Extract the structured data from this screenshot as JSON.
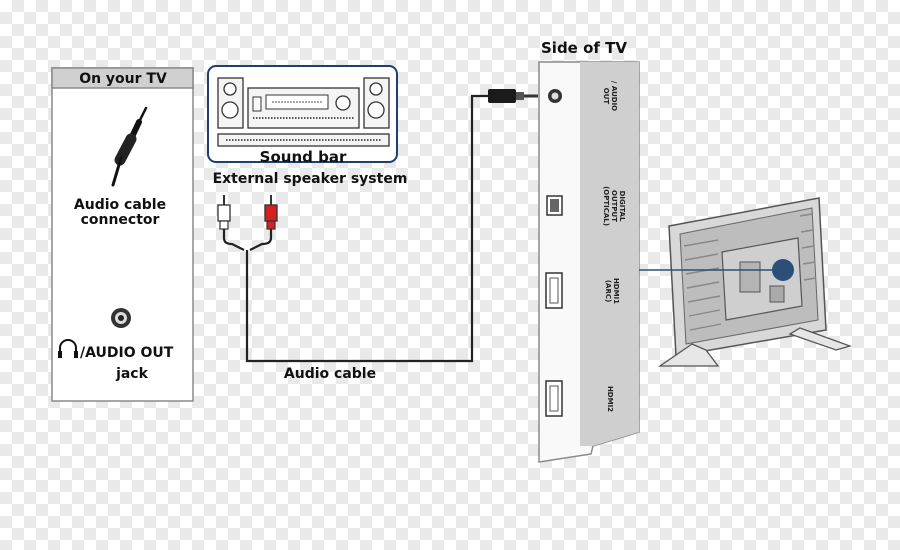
{
  "on_your_tv": {
    "header": "On your TV",
    "connector_label_line1": "Audio cable",
    "connector_label_line2": "connector",
    "jack_label_line1": "/AUDIO OUT",
    "jack_label_line2": "jack"
  },
  "sound_bar": {
    "label": "Sound bar",
    "caption": "External speaker system"
  },
  "cable": {
    "label": "Audio cable"
  },
  "tv_side": {
    "title": "Side of TV",
    "ports": {
      "audio_out_line1": "/ AUDIO",
      "audio_out_line2": "OUT",
      "digital_line1": "DIGITAL",
      "digital_line2": "OUTPUT",
      "digital_line3": "(OPTICAL)",
      "hdmi1_line1": "HDMI1",
      "hdmi1_line2": "(ARC)",
      "hdmi2": "HDMI2"
    }
  },
  "colors": {
    "panel_border": "#8a8a8a",
    "header_fill": "#d0d0d0",
    "sound_bar_border": "#1f3f6f",
    "tv_stripe": "#cfcfcf",
    "callout_line": "#2c4f7a",
    "red_plug": "#d42020"
  }
}
